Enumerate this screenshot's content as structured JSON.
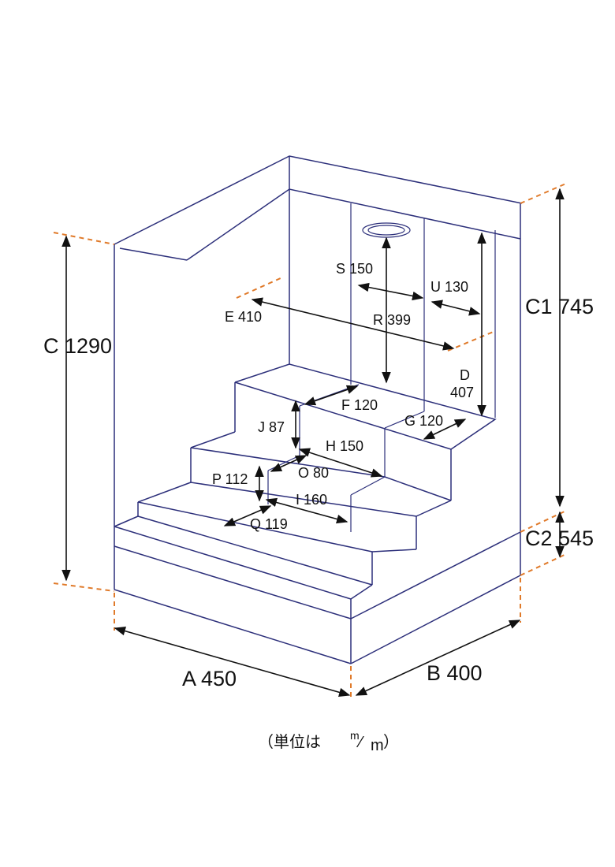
{
  "dimensions": {
    "C": "C 1290",
    "C1": "C1 745",
    "C2": "C2 545",
    "A": "A 450",
    "B": "B 400",
    "S": "S 150",
    "U": "U 130",
    "R": "R 399",
    "E": "E 410",
    "D_letter": "D",
    "D_value": "407",
    "F": "F 120",
    "G": "G 120",
    "J": "J 87",
    "H": "H 150",
    "O": "O 80",
    "P": "P 112",
    "I": "I 160",
    "Q": "Q 119"
  },
  "unit_note": {
    "prefix": "（単位は",
    "numerator": "m",
    "slash": "⁄",
    "denominator": "m",
    "suffix": "）"
  },
  "colors": {
    "outline": "#2c2f7a",
    "extension_dash": "#e07a2a",
    "dimension": "#111111"
  }
}
